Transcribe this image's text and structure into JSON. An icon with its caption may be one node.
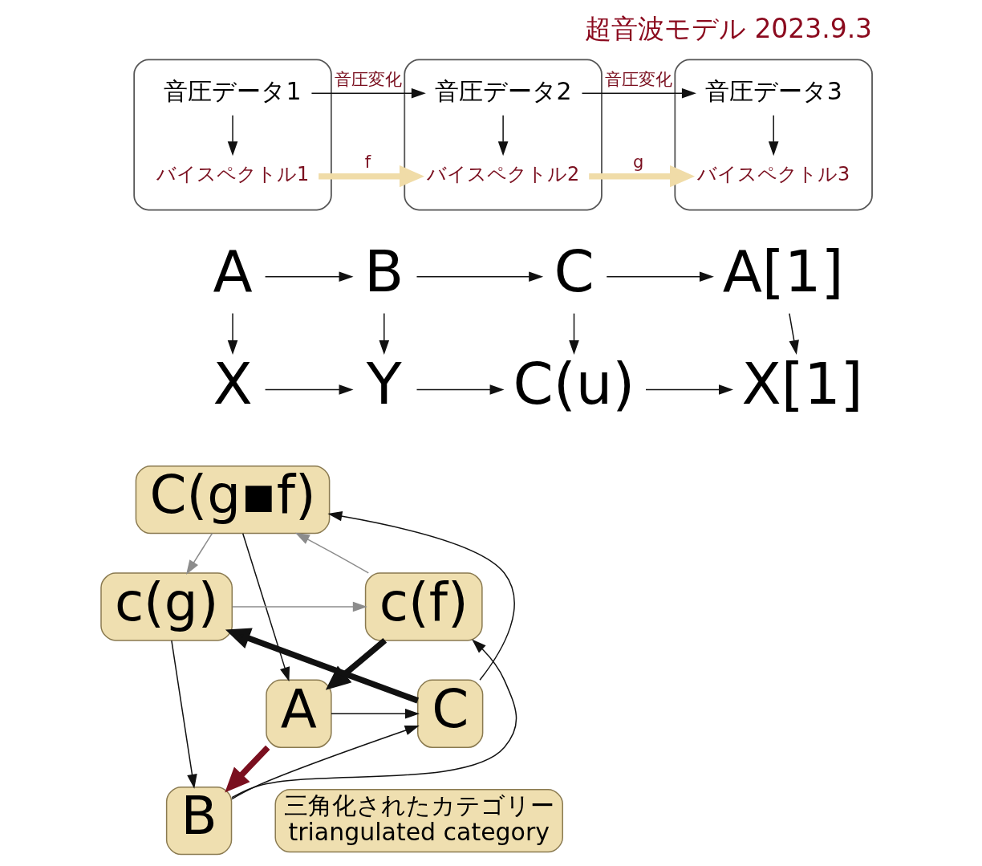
{
  "diagram": {
    "title": "超音波モデル 2023.9.3",
    "nodes": [
      {
        "text": [],
        "shape": "box"
      },
      {
        "text": [
          "音圧データ1"
        ],
        "in": 0
      },
      {
        "text": [
          "バイスペクトル1"
        ],
        "in": 0
      },
      {
        "text": [],
        "shape": "box"
      },
      {
        "text": [
          "音圧データ2"
        ],
        "in": 3
      },
      {
        "text": [
          "バイスペクトル2"
        ],
        "in": 3
      },
      {
        "text": [],
        "shape": "box"
      },
      {
        "text": [
          "音圧データ3"
        ],
        "in": 6
      },
      {
        "text": [
          "バイスペクトル3"
        ],
        "in": 6
      },
      {
        "text": [
          "A"
        ]
      },
      {
        "text": [
          "B"
        ]
      },
      {
        "text": [
          "C"
        ]
      },
      {
        "text": [
          "A[1]"
        ]
      },
      {
        "text": [
          "X"
        ]
      },
      {
        "text": [
          "Y"
        ]
      },
      {
        "text": [
          "C(u)"
        ]
      },
      {
        "text": [
          "X[1]"
        ]
      },
      {
        "text": [
          "C(g▪f)"
        ]
      },
      {
        "text": [
          "c(f)"
        ]
      },
      {
        "text": [
          "c(g)"
        ]
      },
      {
        "text": [
          "A"
        ]
      },
      {
        "text": [
          "C"
        ]
      },
      {
        "text": [
          "B"
        ]
      },
      {
        "text": [
          "三角化されたカテゴリー",
          "triangulated category"
        ]
      }
    ],
    "edges": [
      {
        "from": 1,
        "to": 2,
        "arrow": "to"
      },
      {
        "from": 4,
        "to": 5,
        "arrow": "to"
      },
      {
        "from": 7,
        "to": 8,
        "arrow": "to"
      },
      {
        "from": 1,
        "to": 4,
        "arrow": "to",
        "label": "音圧変化"
      },
      {
        "from": 4,
        "to": 7,
        "arrow": "to",
        "label": "音圧変化"
      },
      {
        "from": 2,
        "to": 5,
        "arrow": "to",
        "label": "f",
        "style": "thick",
        "color": "#f0dca8"
      },
      {
        "from": 5,
        "to": 8,
        "arrow": "to",
        "label": "g",
        "style": "thick",
        "color": "#f0dca8"
      },
      {
        "from": 9,
        "to": 10,
        "arrow": "to"
      },
      {
        "from": 10,
        "to": 11,
        "arrow": "to"
      },
      {
        "from": 11,
        "to": 12,
        "arrow": "to"
      },
      {
        "from": 9,
        "to": 13,
        "arrow": "to"
      },
      {
        "from": 10,
        "to": 14,
        "arrow": "to"
      },
      {
        "from": 11,
        "to": 15,
        "arrow": "to"
      },
      {
        "from": 12,
        "to": 16,
        "arrow": "to"
      },
      {
        "from": 13,
        "to": 14,
        "arrow": "to"
      },
      {
        "from": 14,
        "to": 15,
        "arrow": "to"
      },
      {
        "from": 15,
        "to": 16,
        "arrow": "to"
      },
      {
        "from": 18,
        "to": 17,
        "arrow": "to",
        "color": "#8c8c8c"
      },
      {
        "from": 17,
        "to": 19,
        "arrow": "to",
        "color": "#8c8c8c"
      },
      {
        "from": 19,
        "to": 18,
        "arrow": "to",
        "color": "#8c8c8c"
      },
      {
        "from": 18,
        "to": 20,
        "arrow": "to",
        "style": "thick"
      },
      {
        "from": 21,
        "to": 19,
        "arrow": "to",
        "style": "thick"
      },
      {
        "from": 17,
        "to": 20,
        "arrow": "to"
      },
      {
        "from": 22,
        "to": 18,
        "arrow": "to"
      },
      {
        "from": 20,
        "to": 21,
        "arrow": "to"
      },
      {
        "from": 21,
        "to": 17,
        "arrow": "to"
      },
      {
        "from": 19,
        "to": 22,
        "arrow": "to"
      },
      {
        "from": 22,
        "to": 21,
        "arrow": "to"
      },
      {
        "from": 20,
        "to": 22,
        "arrow": "to",
        "style": "thick",
        "color": "#7a0f1f"
      }
    ]
  }
}
